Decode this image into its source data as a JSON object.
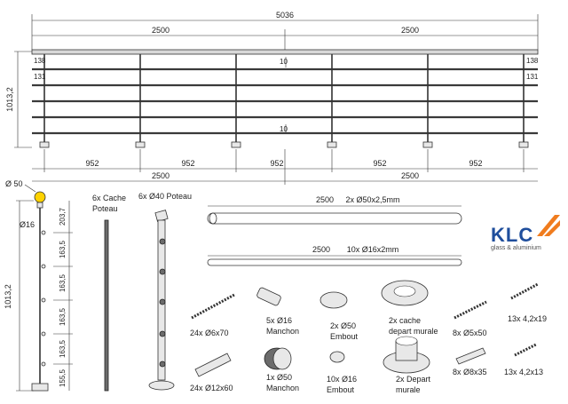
{
  "top_view": {
    "total_length": "5036",
    "half_left": "2500",
    "half_right": "2500",
    "bottom_half_left": "2500",
    "bottom_half_right": "2500",
    "height": "1013,2",
    "gap_top_left": "138",
    "gap_top_right": "138",
    "gap_second_left": "131",
    "gap_second_right": "131",
    "rail_gap_upper": "10",
    "rail_gap_lower": "10",
    "spacings": [
      "952",
      "952",
      "952",
      "952",
      "952"
    ]
  },
  "post_detail": {
    "diameter_top": "Ø 50",
    "diameter_rail": "Ø16",
    "height": "1013,2",
    "segments": [
      "203,7",
      "163,5",
      "163,5",
      "163,5",
      "163,5",
      "155,5"
    ]
  },
  "parts": {
    "cache_poteau": "6x Cache\nPoteau",
    "cache_poteau_line1": "6x Cache",
    "cache_poteau_line2": "Poteau",
    "poteau": "6x Ø40 Poteau",
    "tube_big_length": "2500",
    "tube_big_label": "2x Ø50x2,5mm",
    "tube_small_length": "2500",
    "tube_small_label": "10x Ø16x2mm",
    "screw_70": "24x Ø6x70",
    "dowel_60": "24x Ø12x60",
    "manchon16_line1": "5x Ø16",
    "manchon16_line2": "Manchon",
    "manchon50_line1": "1x Ø50",
    "manchon50_line2": "Manchon",
    "embout50_line1": "2x Ø50",
    "embout50_line2": "Embout",
    "embout16_line1": "10x Ø16",
    "embout16_line2": "Embout",
    "cache_depart_line1": "2x cache",
    "cache_depart_line2": "depart murale",
    "depart_line1": "2x Depart",
    "depart_line2": "murale",
    "screw_5x50": "8x Ø5x50",
    "dowel_8x35": "8x Ø8x35",
    "screw_4_2x19": "13x 4,2x19",
    "screw_4_2x13": "13x 4,2x13"
  },
  "logo": {
    "brand": "KLC",
    "tagline": "glass & aluminium",
    "colors": {
      "blue": "#1f4e9c",
      "orange": "#f07c1e"
    }
  }
}
